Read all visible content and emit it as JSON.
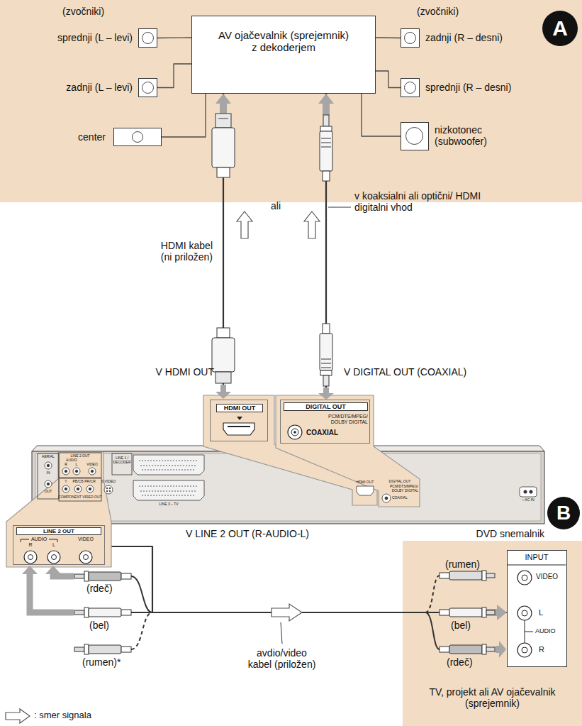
{
  "diagram": {
    "nodes": [
      {
        "text": [
          "(zvočniki)",
          "(zvočniki)"
        ]
      },
      {
        "text": [
          "A"
        ],
        "in": 0
      },
      {
        "text": [
          "sprednji (L – levi)"
        ],
        "in": 0
      },
      {
        "text": [
          "zadnji (L – levi)"
        ],
        "in": 0
      },
      {
        "text": [
          "center"
        ],
        "in": 0
      },
      {
        "text": [
          "AV ojačevalnik (sprejemnik) z dekoderjem"
        ],
        "in": 0
      },
      {
        "text": [
          "zadnji (R – desni)"
        ],
        "in": 0
      },
      {
        "text": [
          "sprednji (R – desni)"
        ],
        "in": 0
      },
      {
        "text": [
          "nizkotonec (subwoofer)"
        ],
        "in": 0
      },
      {
        "text": [
          "HDMI OUT"
        ]
      },
      {
        "text": [
          "DIGITAL OUT",
          "PCM/DTS/MPEG/ DOLBY DIGITAL",
          "COAXIAL"
        ]
      },
      {
        "text": [
          "DVD snemalnik"
        ]
      },
      {
        "text": [
          "LINE 2 OUT",
          "AUDIO",
          "R",
          "L",
          "VIDEO"
        ]
      },
      {
        "text": [
          "B"
        ]
      },
      {
        "text": [
          "TV, projekt ali AV ojačevalnik (sprejemnik)"
        ]
      },
      {
        "text": [
          "INPUT",
          "VIDEO",
          "L",
          "AUDIO",
          "R"
        ],
        "in": 14
      }
    ],
    "edges": [
      {
        "from": 5,
        "to": 2,
        "arrow": "none"
      },
      {
        "from": 5,
        "to": 3,
        "arrow": "none"
      },
      {
        "from": 5,
        "to": 4,
        "arrow": "none"
      },
      {
        "from": 5,
        "to": 6,
        "arrow": "none"
      },
      {
        "from": 5,
        "to": 7,
        "arrow": "none"
      },
      {
        "from": 5,
        "to": 8,
        "arrow": "none"
      },
      {
        "from": 9,
        "to": 5,
        "arrow": "to"
      },
      {
        "from": 10,
        "to": 5,
        "arrow": "to"
      },
      {
        "from": 12,
        "to": 15,
        "arrow": "to"
      }
    ],
    "labels": [
      "ali",
      "v koaksialni ali optični/ HDMI digitalni vhod",
      "HDMI kabel (ni priložen)",
      "V HDMI OUT",
      "V DIGITAL OUT (COAXIAL)",
      "AERIAL",
      "IN",
      "OUT",
      "LINE 2 OUT",
      "AUDIO",
      "R",
      "L",
      "VIDEO",
      "Y",
      "PB/CB",
      "PR/CR",
      "COMPONENT VIDEO OUT",
      "S VIDEO",
      "LINE 1 / DECODER",
      "LINE 3 – TV",
      "HDMI OUT",
      "DIGITAL OUT",
      "PCM/DTS/MPEG/ DOLBY DIGITAL",
      "COAXIAL",
      "~ AC IN",
      "V LINE 2 OUT (R-AUDIO-L)",
      "(rdeč)",
      "(bel)",
      "(rumen)*",
      "avdio/video kabel (priložen)",
      "(rumen)",
      "(bel)",
      "(rdeč)"
    ],
    "legend": [
      {
        "text": ": smer signala"
      }
    ]
  }
}
